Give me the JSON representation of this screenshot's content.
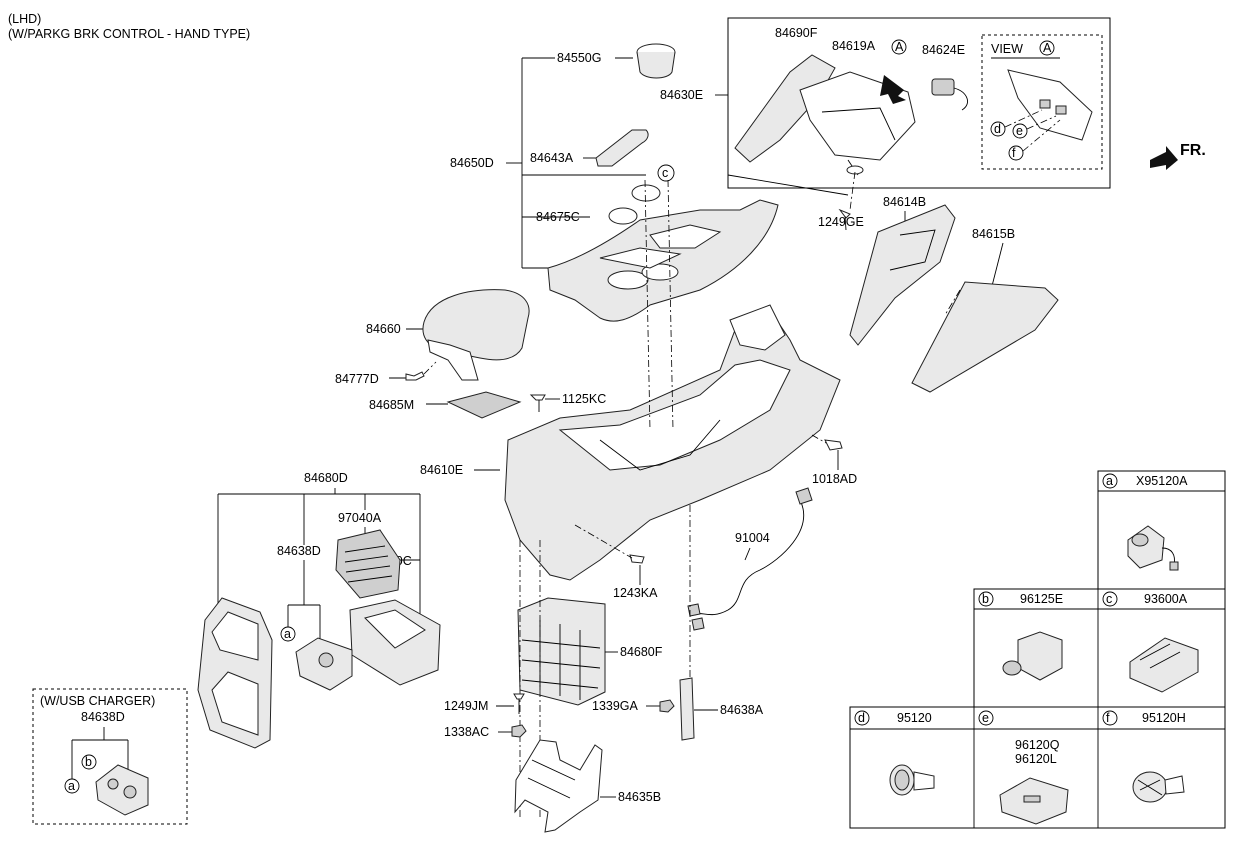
{
  "header": {
    "line1": "(LHD)",
    "line2": "(W/PARKG BRK CONTROL - HAND TYPE)"
  },
  "front_label": "FR.",
  "view_label": "VIEW",
  "view_letter": "A",
  "usb_box": {
    "title": "(W/USB CHARGER)",
    "part": "84638D"
  },
  "letters": {
    "a": "a",
    "b": "b",
    "c": "c",
    "d": "d",
    "e": "e",
    "f": "f",
    "A": "A"
  },
  "labels": {
    "p84550G": "84550G",
    "p84630E": "84630E",
    "p84690F": "84690F",
    "p84619A": "84619A",
    "p84624E": "84624E",
    "p84650D": "84650D",
    "p84643A": "84643A",
    "p84675C": "84675C",
    "p84614B": "84614B",
    "p1249GE": "1249GE",
    "p84615B": "84615B",
    "p84660": "84660",
    "p84777D": "84777D",
    "p84685M": "84685M",
    "p1125KC": "1125KC",
    "p84610E": "84610E",
    "p1018AD": "1018AD",
    "p84680D": "84680D",
    "p97040A": "97040A",
    "p84638D": "84638D",
    "p97010C": "97010C",
    "p91004": "91004",
    "p1243KA": "1243KA",
    "p84680F": "84680F",
    "p1249JM": "1249JM",
    "p1339GA": "1339GA",
    "p84638A": "84638A",
    "p1338AC": "1338AC",
    "p84635B": "84635B"
  },
  "legend": {
    "a_part": "X95120A",
    "b_part": "96125E",
    "c_part": "93600A",
    "d_part": "95120",
    "e_part1": "96120Q",
    "e_part2": "96120L",
    "f_part": "95120H"
  }
}
